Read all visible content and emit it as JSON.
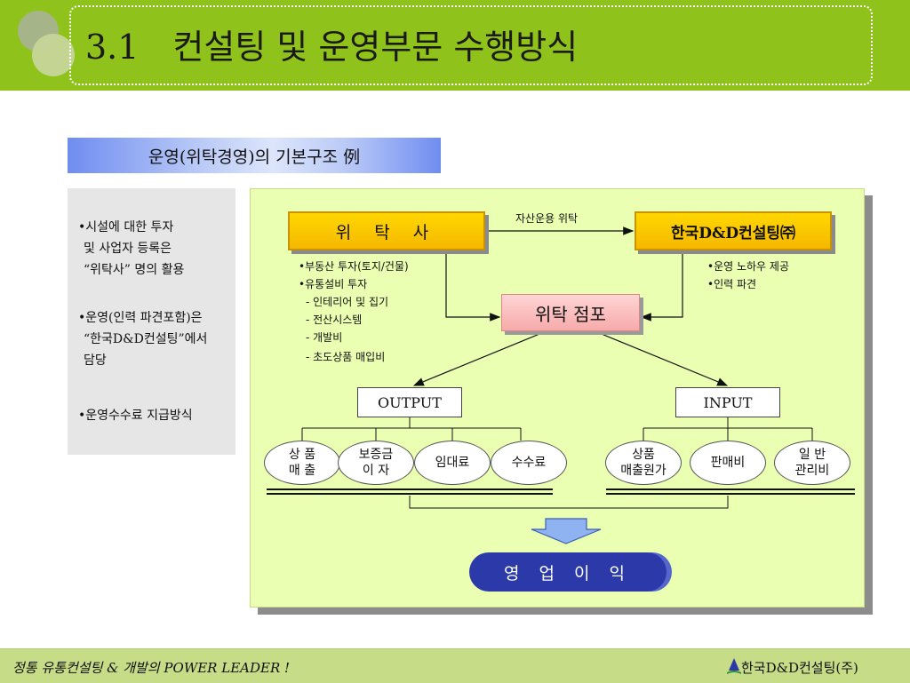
{
  "header": {
    "title": "3.1　컨설팅 및 운영부문 수행방식"
  },
  "subtitle": "운영(위탁경영)의 기본구조 例",
  "left_notes": [
    "•시설에 대한 투자",
    "및 사업자 등록은",
    "“위탁사” 명의 활용",
    "•운영(인력 파견포함)은",
    "“한국D&D컨설팅”에서",
    "담당",
    "•운영수수료 지급방식"
  ],
  "diagram": {
    "trustor": "위 탁 사",
    "consultant": "한국D&D컨설팅㈜",
    "arrow_label": "자산운용 위탁",
    "trustor_items": [
      "•부동산 투자(토지/건물)",
      "•유통설비 투자",
      "- 인테리어 및 집기",
      "- 전산시스템",
      "- 개발비",
      "- 초도상품 매입비"
    ],
    "consultant_items": [
      "•운영 노하우 제공",
      "•인력 파견"
    ],
    "store": "위탁 점포",
    "output": {
      "label": "OUTPUT",
      "items": [
        {
          "line1": "상 품",
          "line2": "매 출"
        },
        {
          "line1": "보증금",
          "line2": "이 자"
        },
        {
          "line1": "임대료",
          "line2": ""
        },
        {
          "line1": "수수료",
          "line2": ""
        }
      ]
    },
    "input": {
      "label": "INPUT",
      "items": [
        {
          "line1": "상품",
          "line2": "매출원가"
        },
        {
          "line1": "판매비",
          "line2": ""
        },
        {
          "line1": "일 반",
          "line2": "관리비"
        }
      ]
    },
    "result": "영 업 이 익"
  },
  "footer": {
    "left": "정통 유통컨설팅 & 개발의 POWER LEADER !",
    "right": "한국D&D컨설팅(주)"
  }
}
